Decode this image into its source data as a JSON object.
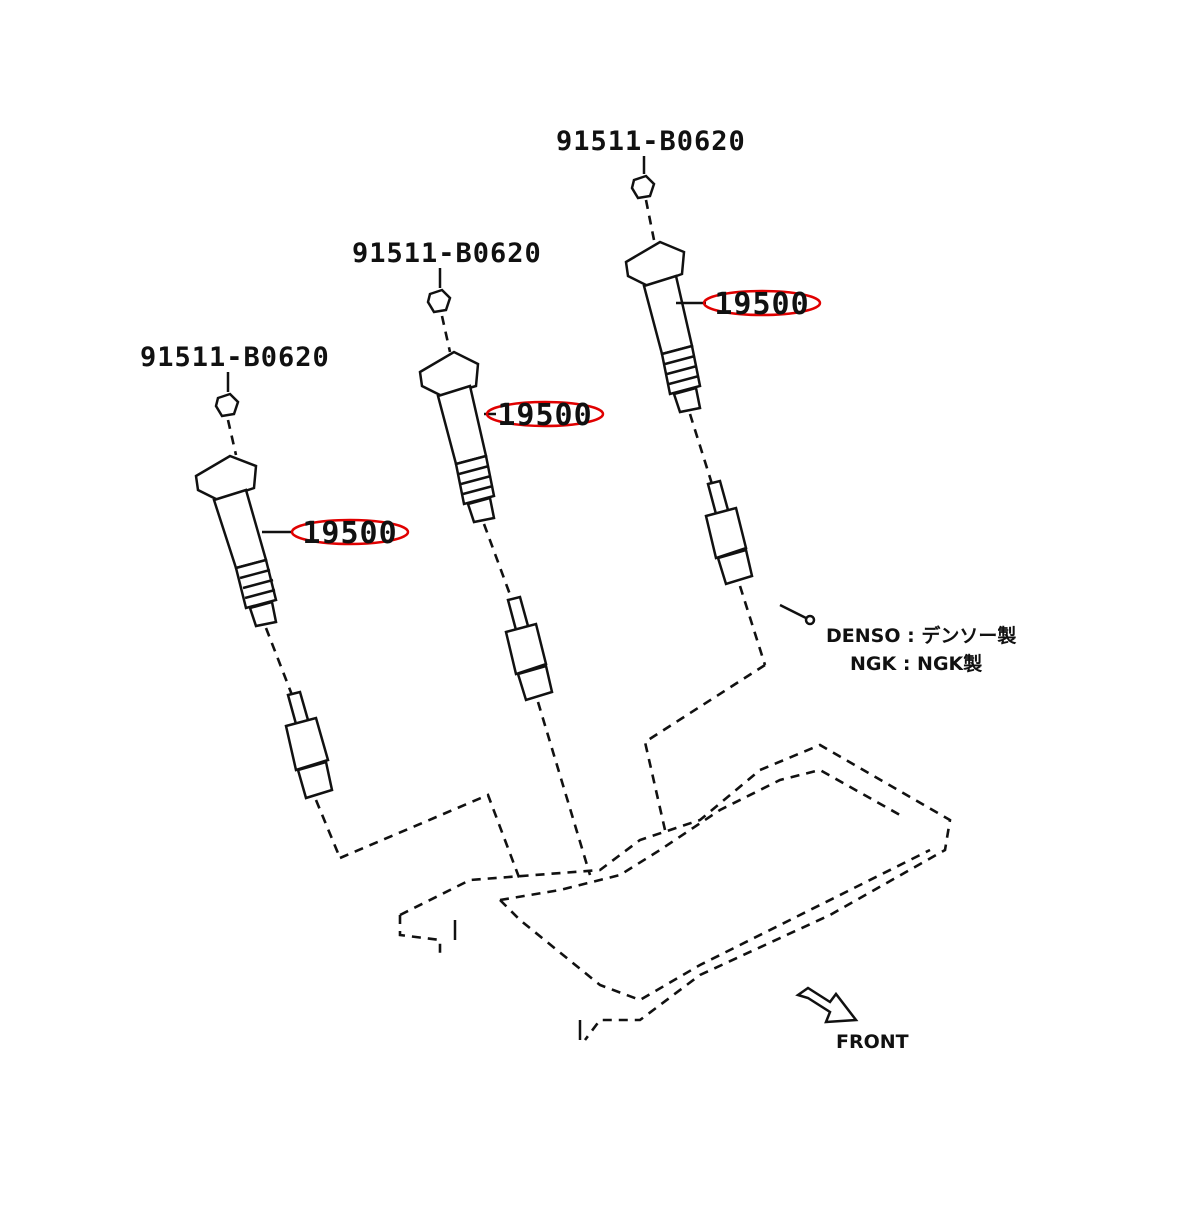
{
  "labels": {
    "bolt_1": "91511-B0620",
    "bolt_2": "91511-B0620",
    "bolt_3": "91511-B0620",
    "coil_1": "19500",
    "coil_2": "19500",
    "coil_3": "19500",
    "legend_denso": "DENSO : デンソー製",
    "legend_ngk": "NGK : NGK製",
    "front": "FRONT"
  },
  "colors": {
    "line": "#111111",
    "highlight": "#e00000",
    "background": "#ffffff"
  },
  "icons": [
    "bolt-icon",
    "ignition-coil-icon",
    "spark-plug-icon",
    "front-arrow-icon"
  ]
}
